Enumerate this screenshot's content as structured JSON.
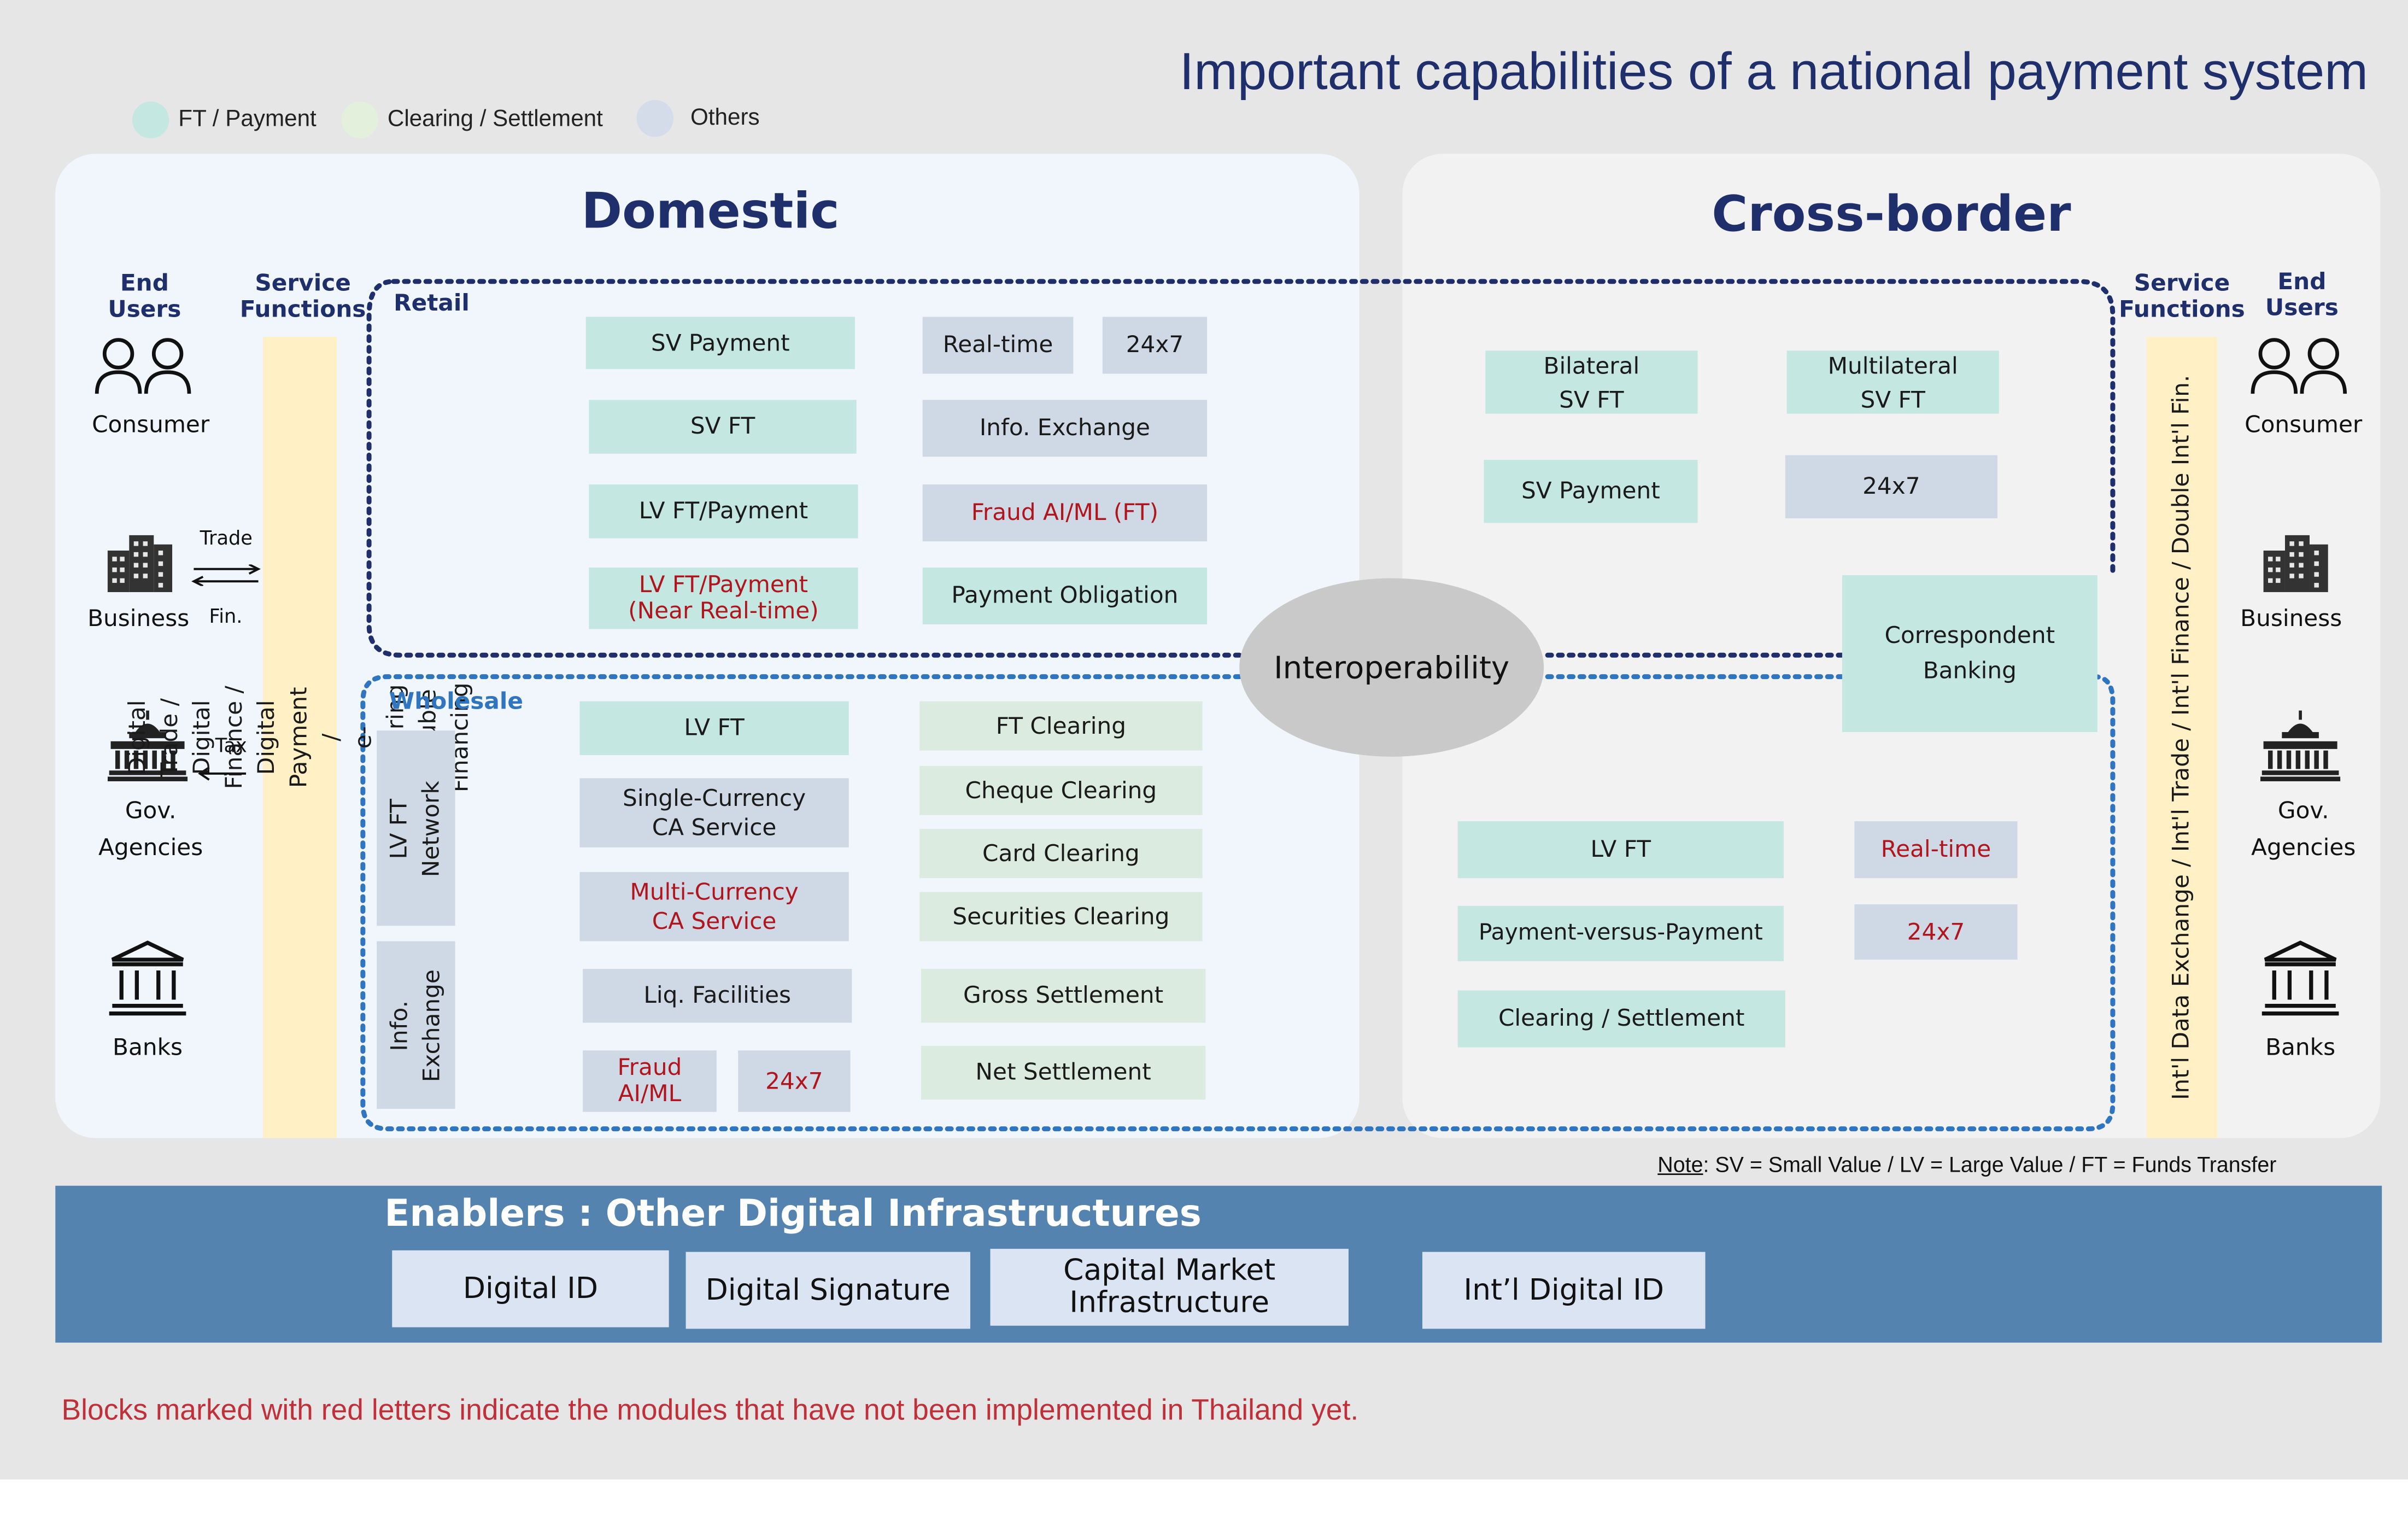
{
  "title": "Important capabilities of a national payment system",
  "legend": [
    {
      "label": "FT / Payment",
      "color": "#c5e7e1"
    },
    {
      "label": "Clearing / Settlement",
      "color": "#e3f0dc"
    },
    {
      "label": "Others",
      "color": "#d3dce8"
    }
  ],
  "domestic": {
    "title": "Domestic",
    "end_users_header": "End\nUsers",
    "service_functions_header": "Service\nFunctions",
    "users": {
      "consumer": "Consumer",
      "business": "Business",
      "gov": "Gov.\nAgencies",
      "banks": "Banks"
    },
    "arrows": {
      "trade": "Trade",
      "fin": "Fin.",
      "tax": "Tax"
    },
    "service_functions": "Digital Trade / Digital Finance / Digital Payment /\ne-Factoring / Double Financing",
    "retail": {
      "label": "Retail",
      "sv_payment": "SV Payment",
      "sv_ft": "SV FT",
      "lv_ft_payment": "LV FT/Payment",
      "lv_ft_payment_nrt": "LV FT/Payment\n(Near Real-time)",
      "real_time": "Real-time",
      "twentyfour_seven": "24x7",
      "info_exchange": "Info. Exchange",
      "fraud_ai_ml_ft": "Fraud AI/ML (FT)",
      "payment_obligation": "Payment Obligation"
    },
    "wholesale": {
      "label": "Wholesale",
      "lv_ft_network": "LV FT\nNetwork",
      "info_exchange_vert": "Info.\nExchange",
      "lv_ft": "LV FT",
      "single_currency": "Single-Currency\nCA Service",
      "multi_currency": "Multi-Currency\nCA Service",
      "liq_facilities": "Liq. Facilities",
      "fraud_ai_ml": "Fraud\nAI/ML",
      "twentyfour_seven": "24x7",
      "ft_clearing": "FT Clearing",
      "cheque_clearing": "Cheque Clearing",
      "card_clearing": "Card Clearing",
      "securities_clearing": "Securities Clearing",
      "gross_settlement": "Gross Settlement",
      "net_settlement": "Net Settlement"
    }
  },
  "interoperability": "Interoperability",
  "cross_border": {
    "title": "Cross-border",
    "service_functions_header": "Service\nFunctions",
    "end_users_header": "End\nUsers",
    "service_functions": "Int'l Data Exchange / Int'l Trade / Int'l Finance / Double  Int'l Fin.",
    "users": {
      "consumer": "Consumer",
      "business": "Business",
      "gov": "Gov.\nAgencies",
      "banks": "Banks"
    },
    "bilateral_sv_ft": "Bilateral\nSV FT",
    "multilateral_sv_ft": "Multilateral\nSV FT",
    "sv_payment": "SV Payment",
    "twentyfour_seven_top": "24x7",
    "correspondent_banking": "Correspondent\nBanking",
    "lv_ft": "LV FT",
    "real_time": "Real-time",
    "pvp": "Payment-versus-Payment",
    "twentyfour_seven_bottom": "24x7",
    "clearing_settlement": "Clearing / Settlement"
  },
  "note": {
    "label": "Note",
    "text": ": SV = Small Value  /  LV = Large Value  /  FT = Funds Transfer"
  },
  "enablers": {
    "title": "Enablers : Other Digital Infrastructures",
    "digital_id": "Digital ID",
    "digital_signature": "Digital Signature",
    "capital_market": "Capital Market\nInfrastructure",
    "intl_digital_id": "Int’l Digital ID"
  },
  "footnote": "Blocks marked with red letters indicate the modules that have not been implemented in Thailand yet.",
  "colors": {
    "title_navy": "#1f2f6b",
    "ft_payment": "#c5e7e1",
    "clearing": "#dcebdf",
    "others": "#cfd9e6",
    "not_implemented_red": "#b0151d",
    "retail_border": "#1f2f6b",
    "wholesale_border": "#2f75c0",
    "enablers_bar": "#5483b0",
    "service_strip": "#fff0c6"
  }
}
